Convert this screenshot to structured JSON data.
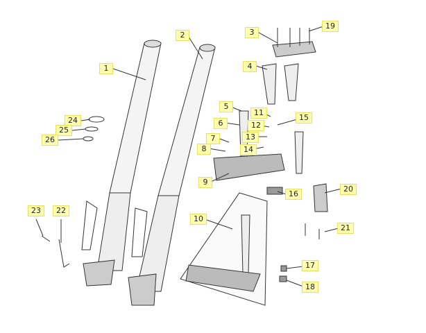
{
  "diagram": {
    "type": "exploded parts diagram - front fork assembly",
    "callouts": [
      {
        "id": "1",
        "label": "1"
      },
      {
        "id": "2",
        "label": "2"
      },
      {
        "id": "3",
        "label": "3"
      },
      {
        "id": "4",
        "label": "4"
      },
      {
        "id": "5",
        "label": "5"
      },
      {
        "id": "6",
        "label": "6"
      },
      {
        "id": "7",
        "label": "7"
      },
      {
        "id": "8",
        "label": "8"
      },
      {
        "id": "9",
        "label": "9"
      },
      {
        "id": "10",
        "label": "10"
      },
      {
        "id": "11",
        "label": "11"
      },
      {
        "id": "12",
        "label": "12"
      },
      {
        "id": "13",
        "label": "13"
      },
      {
        "id": "14",
        "label": "14"
      },
      {
        "id": "15",
        "label": "15"
      },
      {
        "id": "16",
        "label": "16"
      },
      {
        "id": "17",
        "label": "17"
      },
      {
        "id": "18",
        "label": "18"
      },
      {
        "id": "19",
        "label": "19"
      },
      {
        "id": "20",
        "label": "20"
      },
      {
        "id": "21",
        "label": "21"
      },
      {
        "id": "22",
        "label": "22"
      },
      {
        "id": "23",
        "label": "23"
      },
      {
        "id": "24",
        "label": "24"
      },
      {
        "id": "25",
        "label": "25"
      },
      {
        "id": "26",
        "label": "26"
      }
    ]
  }
}
